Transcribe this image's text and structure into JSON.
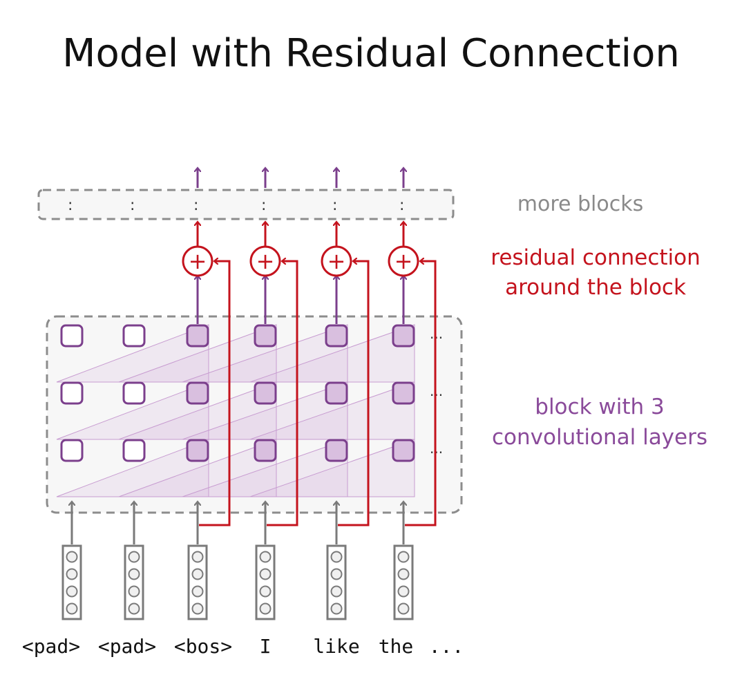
{
  "title": "Model with Residual Connection",
  "labels": {
    "more_blocks": "more blocks",
    "residual_line1": "residual connection",
    "residual_line2": "around the block",
    "block_line1": "block with 3",
    "block_line2": "convolutional layers"
  },
  "tokens": [
    "<pad>",
    "<pad>",
    "<bos>",
    "I",
    "like",
    "the",
    "..."
  ],
  "more_blocks_dots": ":",
  "row_ellipsis": "...",
  "plus_symbol": "+",
  "layers": 3,
  "pad_columns": 2,
  "colors": {
    "purple": "#7b3f8c",
    "purple_fill": "#d9bfdf",
    "red": "#c4131d",
    "gray": "#7a7a7a",
    "dashed": "#8c8c8c"
  }
}
